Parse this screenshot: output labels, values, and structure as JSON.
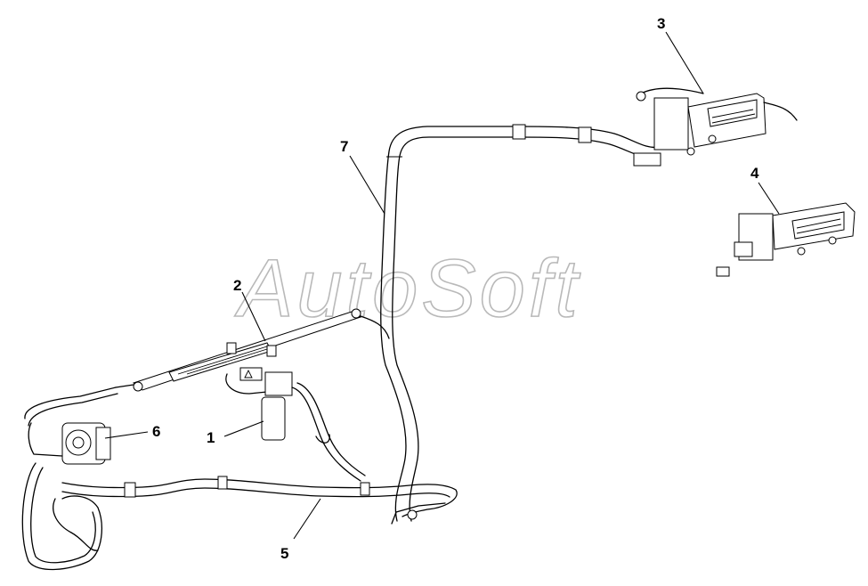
{
  "watermark": "AutoSoft",
  "callouts": {
    "c1": "1",
    "c2": "2",
    "c3": "3",
    "c4": "4",
    "c5": "5",
    "c6": "6",
    "c7": "7"
  },
  "colors": {
    "line": "#000000",
    "background": "#ffffff",
    "watermark": "#b9b9b9"
  }
}
